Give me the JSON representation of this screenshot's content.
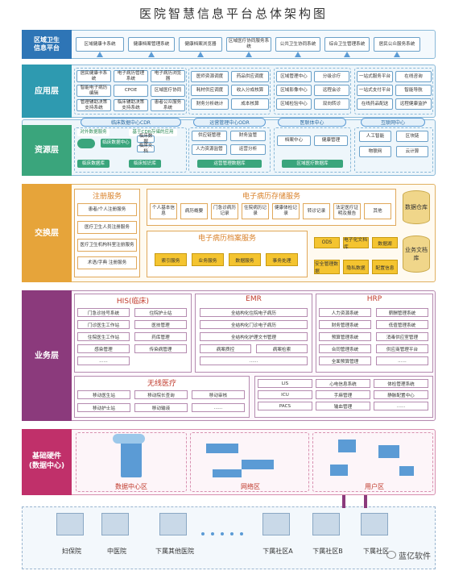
{
  "title": "医院智慧信息平台总体架构图",
  "layers": {
    "regional": "区域卫生\n信息平台",
    "application": "应用层",
    "resource": "资源层",
    "exchange": "交换层",
    "business": "业务层",
    "hardware": "基础硬件\n(数据中心)"
  },
  "regional_items": [
    "区域健康卡系统",
    "健康档案管理系统",
    "健康档案浏览器",
    "区域医疗协同服务系统",
    "公共卫生协同系统",
    "综合卫生管理系统",
    "居民公众服务系统"
  ],
  "app_col1": [
    "居民健康卡系统",
    "电子病历管理系统",
    "电子病历浏览器",
    "智能电子病历编辑",
    "CPOE",
    "区域医疗协同",
    "管理辅助决策支持系统",
    "临床辅助决策支持系统",
    "患者公众服务系统"
  ],
  "app_col2": [
    "医师资源调度",
    "药品供应调度",
    "耗材供应调度",
    "收入分成核算",
    "财务分析统计",
    "成本核算"
  ],
  "app_col3": [
    "区域管理中心",
    "分级诊疗",
    "区域影像中心",
    "远程会诊",
    "区域检验中心",
    "双向转诊"
  ],
  "app_col4": [
    "一站式服务平台",
    "在线咨询",
    "一站式支付平台",
    "智能导航",
    "在线药品配送",
    "远程健康监护"
  ],
  "centers": [
    "临床数据中心CDR",
    "运营管理中心ODR",
    "医联体中心",
    "互联网中心"
  ],
  "res_col1": [
    "对外数据服务",
    "基于CDR存储的应用",
    "临床数据",
    "临床数据中心",
    "临床文档"
  ],
  "res_col2": [
    "供应链管理",
    "财务监管",
    "人力资源监管",
    "运营分析"
  ],
  "res_col3": [
    "档案中心",
    "健康管理"
  ],
  "res_col4": [
    "人工智能",
    "区块链",
    "物联网",
    "云计算"
  ],
  "res_db": [
    "临床数据库",
    "临床知识库",
    "运营管理数据库",
    "区域医疗数据库"
  ],
  "exchange": {
    "register_title": "注册服务",
    "register_items": [
      "患者/个人注册服务",
      "医疗卫生人员注册服务",
      "医疗卫生机构科室注册服务",
      "术语/字典 注册服务"
    ],
    "emr_title": "电子病历存储服务",
    "emr_items": [
      "个人基本信息",
      "病历概要",
      "门急诊病历记录",
      "住院病历记录",
      "健康体检记录",
      "转诊记录",
      "法定医疗证明及报告",
      "其他"
    ],
    "archive_title": "电子病历档案服务",
    "archive_items": [
      "索引服务",
      "业务服务",
      "数据服务",
      "事务处理"
    ],
    "ods_items": [
      "ODS",
      "电子化文档库",
      "数据湖"
    ],
    "sec_items": [
      "安全管理数据",
      "隐私数据",
      "配置信息"
    ],
    "db1": "数据仓库",
    "db2": "业务文档库"
  },
  "business": {
    "his_title": "HIS(临床)",
    "his_items": [
      "门急诊挂号系统",
      "住院护士站",
      "门诊医生工作站",
      "医技管理",
      "住院医生工作站",
      "药库管理",
      "感染管理",
      "传染病管理",
      "......"
    ],
    "emr_title": "EMR",
    "emr_items": [
      "全结构化住院电子病历",
      "全结构化门诊电子病历",
      "全结构化护理文书管理",
      "病案质控",
      "病案检索",
      "......"
    ],
    "hrp_title": "HRP",
    "hrp_items": [
      "人力资源系统",
      "薪酬管理系统",
      "财务管理系统",
      "低值管理系统",
      "预算管理系统",
      "消毒供应室管理",
      "合同管理系统",
      "供应商管理平台",
      "全面预算管理",
      "......"
    ],
    "wireless_title": "无线医疗",
    "wireless_items": [
      "移动医生站",
      "移动院长查询",
      "移动审核",
      "移动护士站",
      "移动输液",
      "......"
    ],
    "lis_items": [
      "LIS",
      "心电信息系统",
      "体检管理系统",
      "ICU",
      "手麻管理",
      "静脉配置中心",
      "PACS",
      "输血管理",
      "......"
    ]
  },
  "hardware": {
    "zones": [
      "数据中心区",
      "网络区",
      "用户区"
    ]
  },
  "bottom": [
    "妇保院",
    "中医院",
    "下属其他医院",
    "下属社区A",
    "下属社区B",
    "下属社区"
  ],
  "watermark": "蓝亿软件",
  "colors": {
    "regional": "#2e75b6",
    "application": "#2e9ab0",
    "resource": "#3aa57c",
    "exchange": "#e6a43a",
    "business": "#8b3a7c",
    "hardware": "#c0306a"
  }
}
